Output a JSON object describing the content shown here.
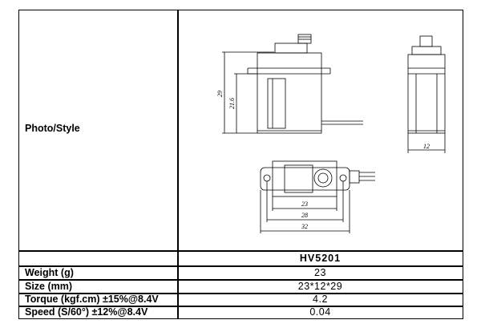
{
  "photo_label": "Photo/Style",
  "model": "HV5201",
  "specs": [
    {
      "label": "Weight (g)",
      "value": "23"
    },
    {
      "label": "Size (mm)",
      "value": "23*12*29"
    },
    {
      "label": "Torque (kgf.cm) ±15%@8.4V",
      "value": "4.2"
    },
    {
      "label": "Speed (S/60°) ±12%@8.4V",
      "value": "0.04"
    }
  ],
  "drawing": {
    "height_dim": "29",
    "body_height_dim": "21.6",
    "width_dim": "12",
    "inner_dim": "23",
    "mid_dim": "28",
    "overall_dim": "32"
  }
}
